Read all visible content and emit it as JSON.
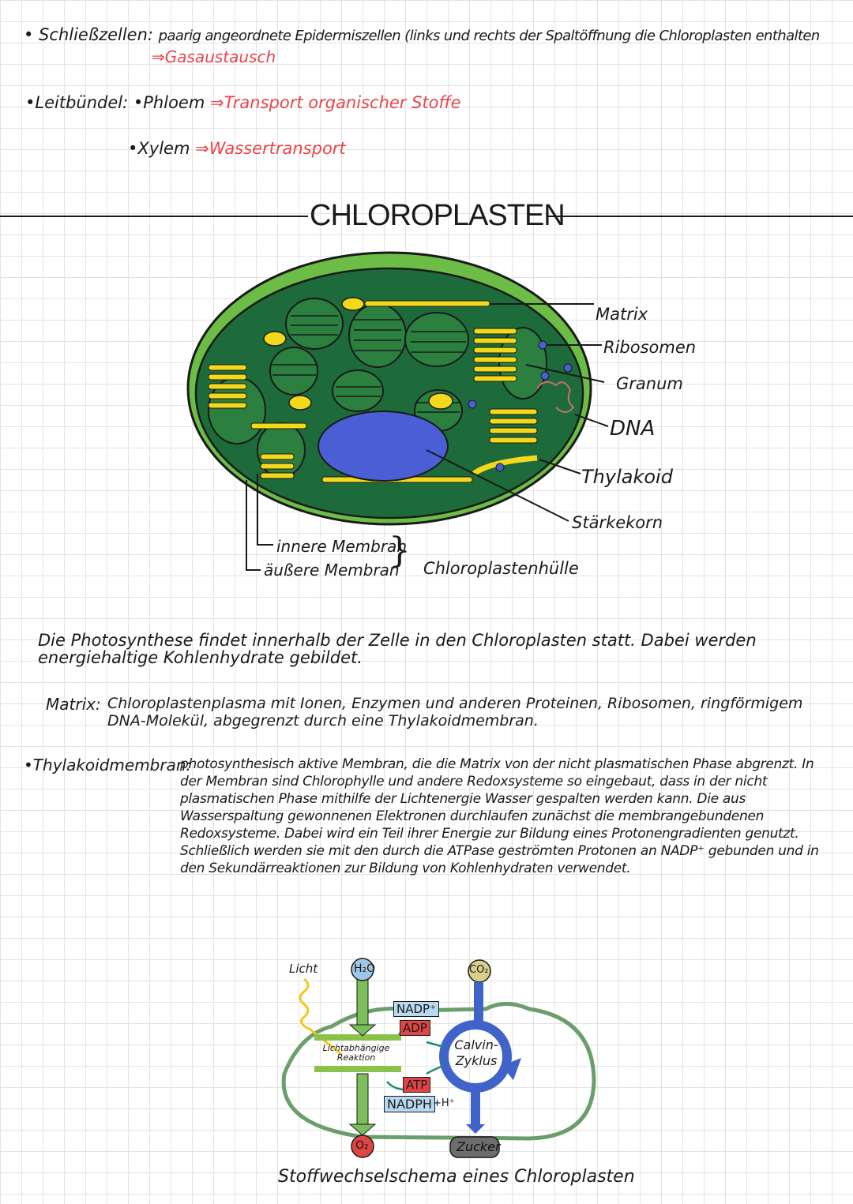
{
  "notes": {
    "schliesszellen_label": "• Schließzellen:",
    "schliesszellen_text": "paarig angeordnete Epidermiszellen (links und rechts der Spaltöffnung die Chloroplasten enthalten",
    "schliesszellen_result": "⇒Gasaustausch",
    "leitbuendel_label": "•Leitbündel:",
    "phloem_label": "•Phloem",
    "phloem_result": "⇒Transport organischer Stoffe",
    "xylem_label": "•Xylem",
    "xylem_result": "⇒Wassertransport"
  },
  "section_title": "CHLOROPLASTEN",
  "diagram": {
    "labels": [
      "Matrix",
      "Ribosomen",
      "Granum",
      "DNA",
      "Thylakoid",
      "Stärkekorn"
    ],
    "inner_membrane": "innere Membran",
    "outer_membrane": "äußere Membran",
    "envelope": "Chloroplastenhülle",
    "colors": {
      "outer": "#6cbd45",
      "matrix": "#1d6b3a",
      "thylakoid": "#f4d81c",
      "dna_body": "#4a5fd6",
      "granum_body": "#2b7f3f"
    }
  },
  "body": {
    "intro": "Die Photosynthese findet innerhalb der Zelle in den Chloroplasten statt. Dabei werden energiehaltige Kohlenhydrate gebildet.",
    "matrix_label": "Matrix:",
    "matrix_text": "Chloroplastenplasma mit Ionen, Enzymen und anderen Proteinen, Ribosomen, ringförmigem DNA-Molekül, abgegrenzt durch eine Thylakoidmembran.",
    "thylakoid_label": "•Thylakoidmembran:",
    "thylakoid_text": "photosynthesisch aktive Membran, die die Matrix von der nicht plasmatischen Phase abgrenzt. In der Membran sind Chlorophylle und andere Redoxsysteme so eingebaut, dass in der nicht plasmatischen Phase mithilfe der Lichtenergie Wasser gespalten werden kann. Die aus Wasserspaltung gewonnenen Elektronen durchlaufen zunächst die membrangebundenen Redoxsysteme. Dabei wird ein Teil ihrer Energie zur Bildung eines Protonengradienten genutzt. Schließlich werden sie mit den durch die ATPase geströmten Protonen an NADP⁺ gebunden und in den Sekundärreaktionen zur Bildung von Kohlenhydraten verwendet."
  },
  "schema": {
    "licht": "Licht",
    "h2o": "H₂O",
    "co2": "CO₂",
    "nadp": "NADP⁺",
    "adp": "ADP",
    "atp": "ATP",
    "nadph": "NADPH",
    "h_plus": "+H⁺",
    "reaction": "Lichtabhängige Reaktion",
    "calvin": "Calvin-Zyklus",
    "o2": "O₂",
    "zucker": "Zucker",
    "caption": "Stoffwechselschema eines Chloroplasten"
  }
}
